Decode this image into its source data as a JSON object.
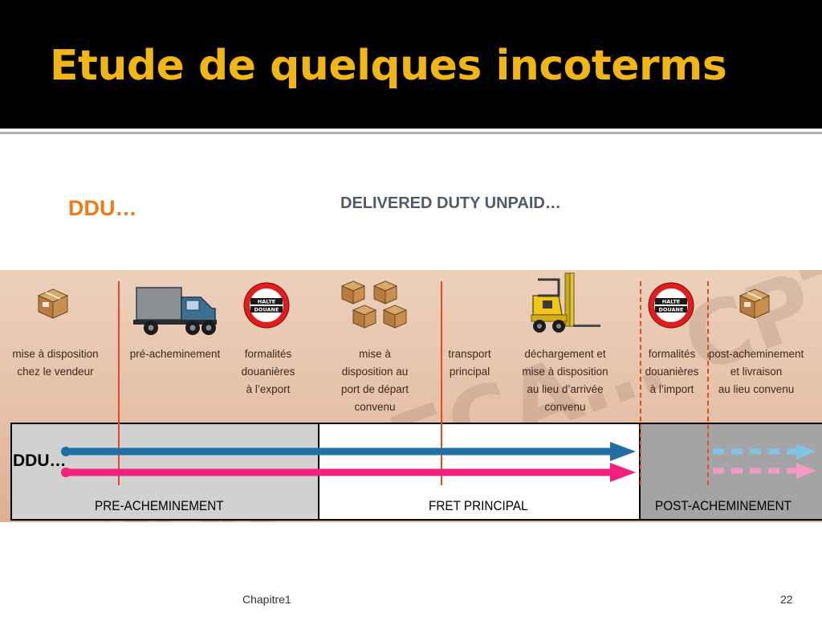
{
  "slide": {
    "title": "Etude de quelques incoterms",
    "heading": "DDU…",
    "subheading": "DELIVERED DUTY UNPAID…"
  },
  "diagram": {
    "watermark": "EXW… FCA… CPT… DDP…",
    "steps": [
      {
        "icon": "package-icon",
        "lines": [
          "mise à disposition",
          "chez le vendeur"
        ]
      },
      {
        "icon": "truck-icon",
        "lines": [
          "pré-acheminement"
        ]
      },
      {
        "icon": "customs-stop-sign-icon",
        "sign_text": [
          "HALTE",
          "DOUANE"
        ],
        "lines": [
          "formalités",
          "douanières",
          "à l’export"
        ]
      },
      {
        "icon": "packages-stack-icon",
        "lines": [
          "mise à",
          "disposition au",
          "port de départ",
          "convenu"
        ]
      },
      {
        "icon": "none",
        "lines": [
          "transport",
          "principal"
        ]
      },
      {
        "icon": "forklift-icon",
        "lines": [
          "déchargement et",
          "mise à disposition",
          "au lieu d’arrivée",
          "convenu"
        ]
      },
      {
        "icon": "customs-stop-sign-icon",
        "sign_text": [
          "HALTE",
          "DOUANE"
        ],
        "lines": [
          "formalités",
          "douanières",
          "à l’import"
        ]
      },
      {
        "icon": "package-icon",
        "lines": [
          "post-acheminement",
          "et livraison",
          "au lieu convenu"
        ]
      }
    ],
    "row_label": "DDU…",
    "phases": [
      "PRE-ACHEMINEMENT",
      "FRET PRINCIPAL",
      "POST-ACHEMINEMENT"
    ],
    "arrows": {
      "seller_color": "#1f6fa5",
      "buyer_color": "#f0207c",
      "seller_dashed_color": "#7fc4e6",
      "buyer_dashed_color": "#f59ac8"
    }
  },
  "footer": {
    "chapter": "Chapitre1",
    "page_number": "22"
  },
  "colors": {
    "title_bar": "#000000",
    "title_text": "#f2b612",
    "heading": "#f07a1a",
    "subheading": "#4f5a6a",
    "divider_lines": "#e64a1e"
  }
}
